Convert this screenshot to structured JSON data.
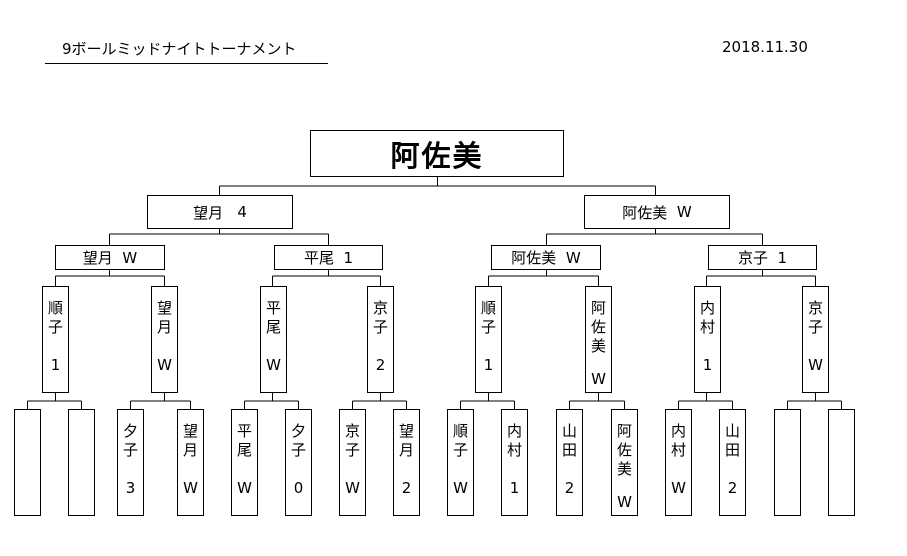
{
  "header": {
    "title": "9ボールミッドナイトトーナメント",
    "date": "2018.11.30"
  },
  "champion": "阿佐美",
  "semifinal": [
    {
      "name": "望月",
      "score": "4"
    },
    {
      "name": "阿佐美",
      "score": "W"
    }
  ],
  "quarterfinal": [
    {
      "name": "望月",
      "score": "W"
    },
    {
      "name": "平尾",
      "score": "1"
    },
    {
      "name": "阿佐美",
      "score": "W"
    },
    {
      "name": "京子",
      "score": "1"
    }
  ],
  "round2": [
    {
      "name": "順子",
      "score": "1"
    },
    {
      "name": "望月",
      "score": "W"
    },
    {
      "name": "平尾",
      "score": "W"
    },
    {
      "name": "京子",
      "score": "2"
    },
    {
      "name": "順子",
      "score": "1"
    },
    {
      "name": "阿佐美",
      "score": "W"
    },
    {
      "name": "内村",
      "score": "1"
    },
    {
      "name": "京子",
      "score": "W"
    }
  ],
  "round1": [
    {
      "name": "",
      "score": ""
    },
    {
      "name": "",
      "score": ""
    },
    {
      "name": "夕子",
      "score": "3"
    },
    {
      "name": "望月",
      "score": "W"
    },
    {
      "name": "平尾",
      "score": "W"
    },
    {
      "name": "夕子",
      "score": "0"
    },
    {
      "name": "京子",
      "score": "W"
    },
    {
      "name": "望月",
      "score": "2"
    },
    {
      "name": "順子",
      "score": "W"
    },
    {
      "name": "内村",
      "score": "1"
    },
    {
      "name": "山田",
      "score": "2"
    },
    {
      "name": "阿佐美",
      "score": "W"
    },
    {
      "name": "内村",
      "score": "W"
    },
    {
      "name": "山田",
      "score": "2"
    },
    {
      "name": "",
      "score": ""
    },
    {
      "name": "",
      "score": ""
    }
  ]
}
